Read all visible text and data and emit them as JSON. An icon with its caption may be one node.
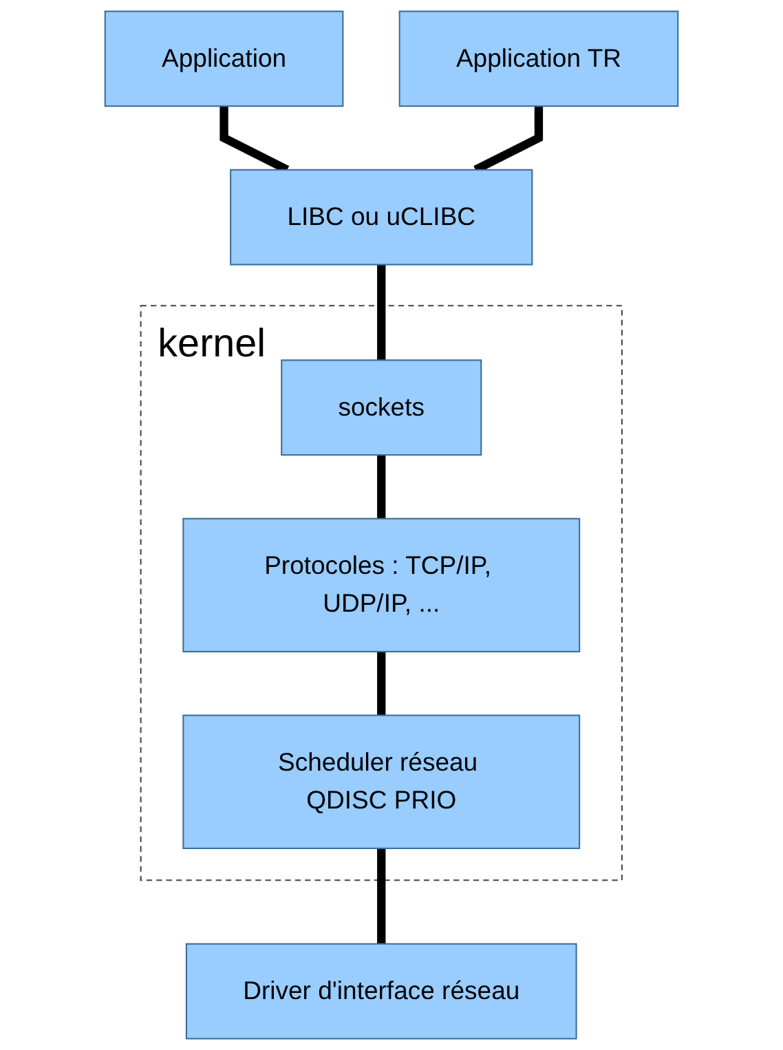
{
  "diagram": {
    "nodes": [
      {
        "text": [
          "Application"
        ]
      },
      {
        "text": [
          "Application TR"
        ]
      },
      {
        "text": [
          "LIBC ou uCLIBC"
        ]
      },
      {
        "text": [
          "kernel"
        ]
      },
      {
        "text": [
          "sockets"
        ],
        "in": 3
      },
      {
        "text": [
          "Protocoles : TCP/IP, UDP/IP, ..."
        ],
        "in": 3
      },
      {
        "text": [
          "Scheduler réseau QDISC PRIO"
        ],
        "in": 3
      },
      {
        "text": [
          "Driver d'interface réseau"
        ]
      }
    ],
    "edges": [
      {
        "from": 0,
        "to": 2,
        "arrow": "none"
      },
      {
        "from": 1,
        "to": 2,
        "arrow": "none"
      },
      {
        "from": 2,
        "to": 4,
        "arrow": "none"
      },
      {
        "from": 4,
        "to": 5,
        "arrow": "none"
      },
      {
        "from": 5,
        "to": 6,
        "arrow": "none"
      },
      {
        "from": 6,
        "to": 7,
        "arrow": "none"
      }
    ]
  }
}
